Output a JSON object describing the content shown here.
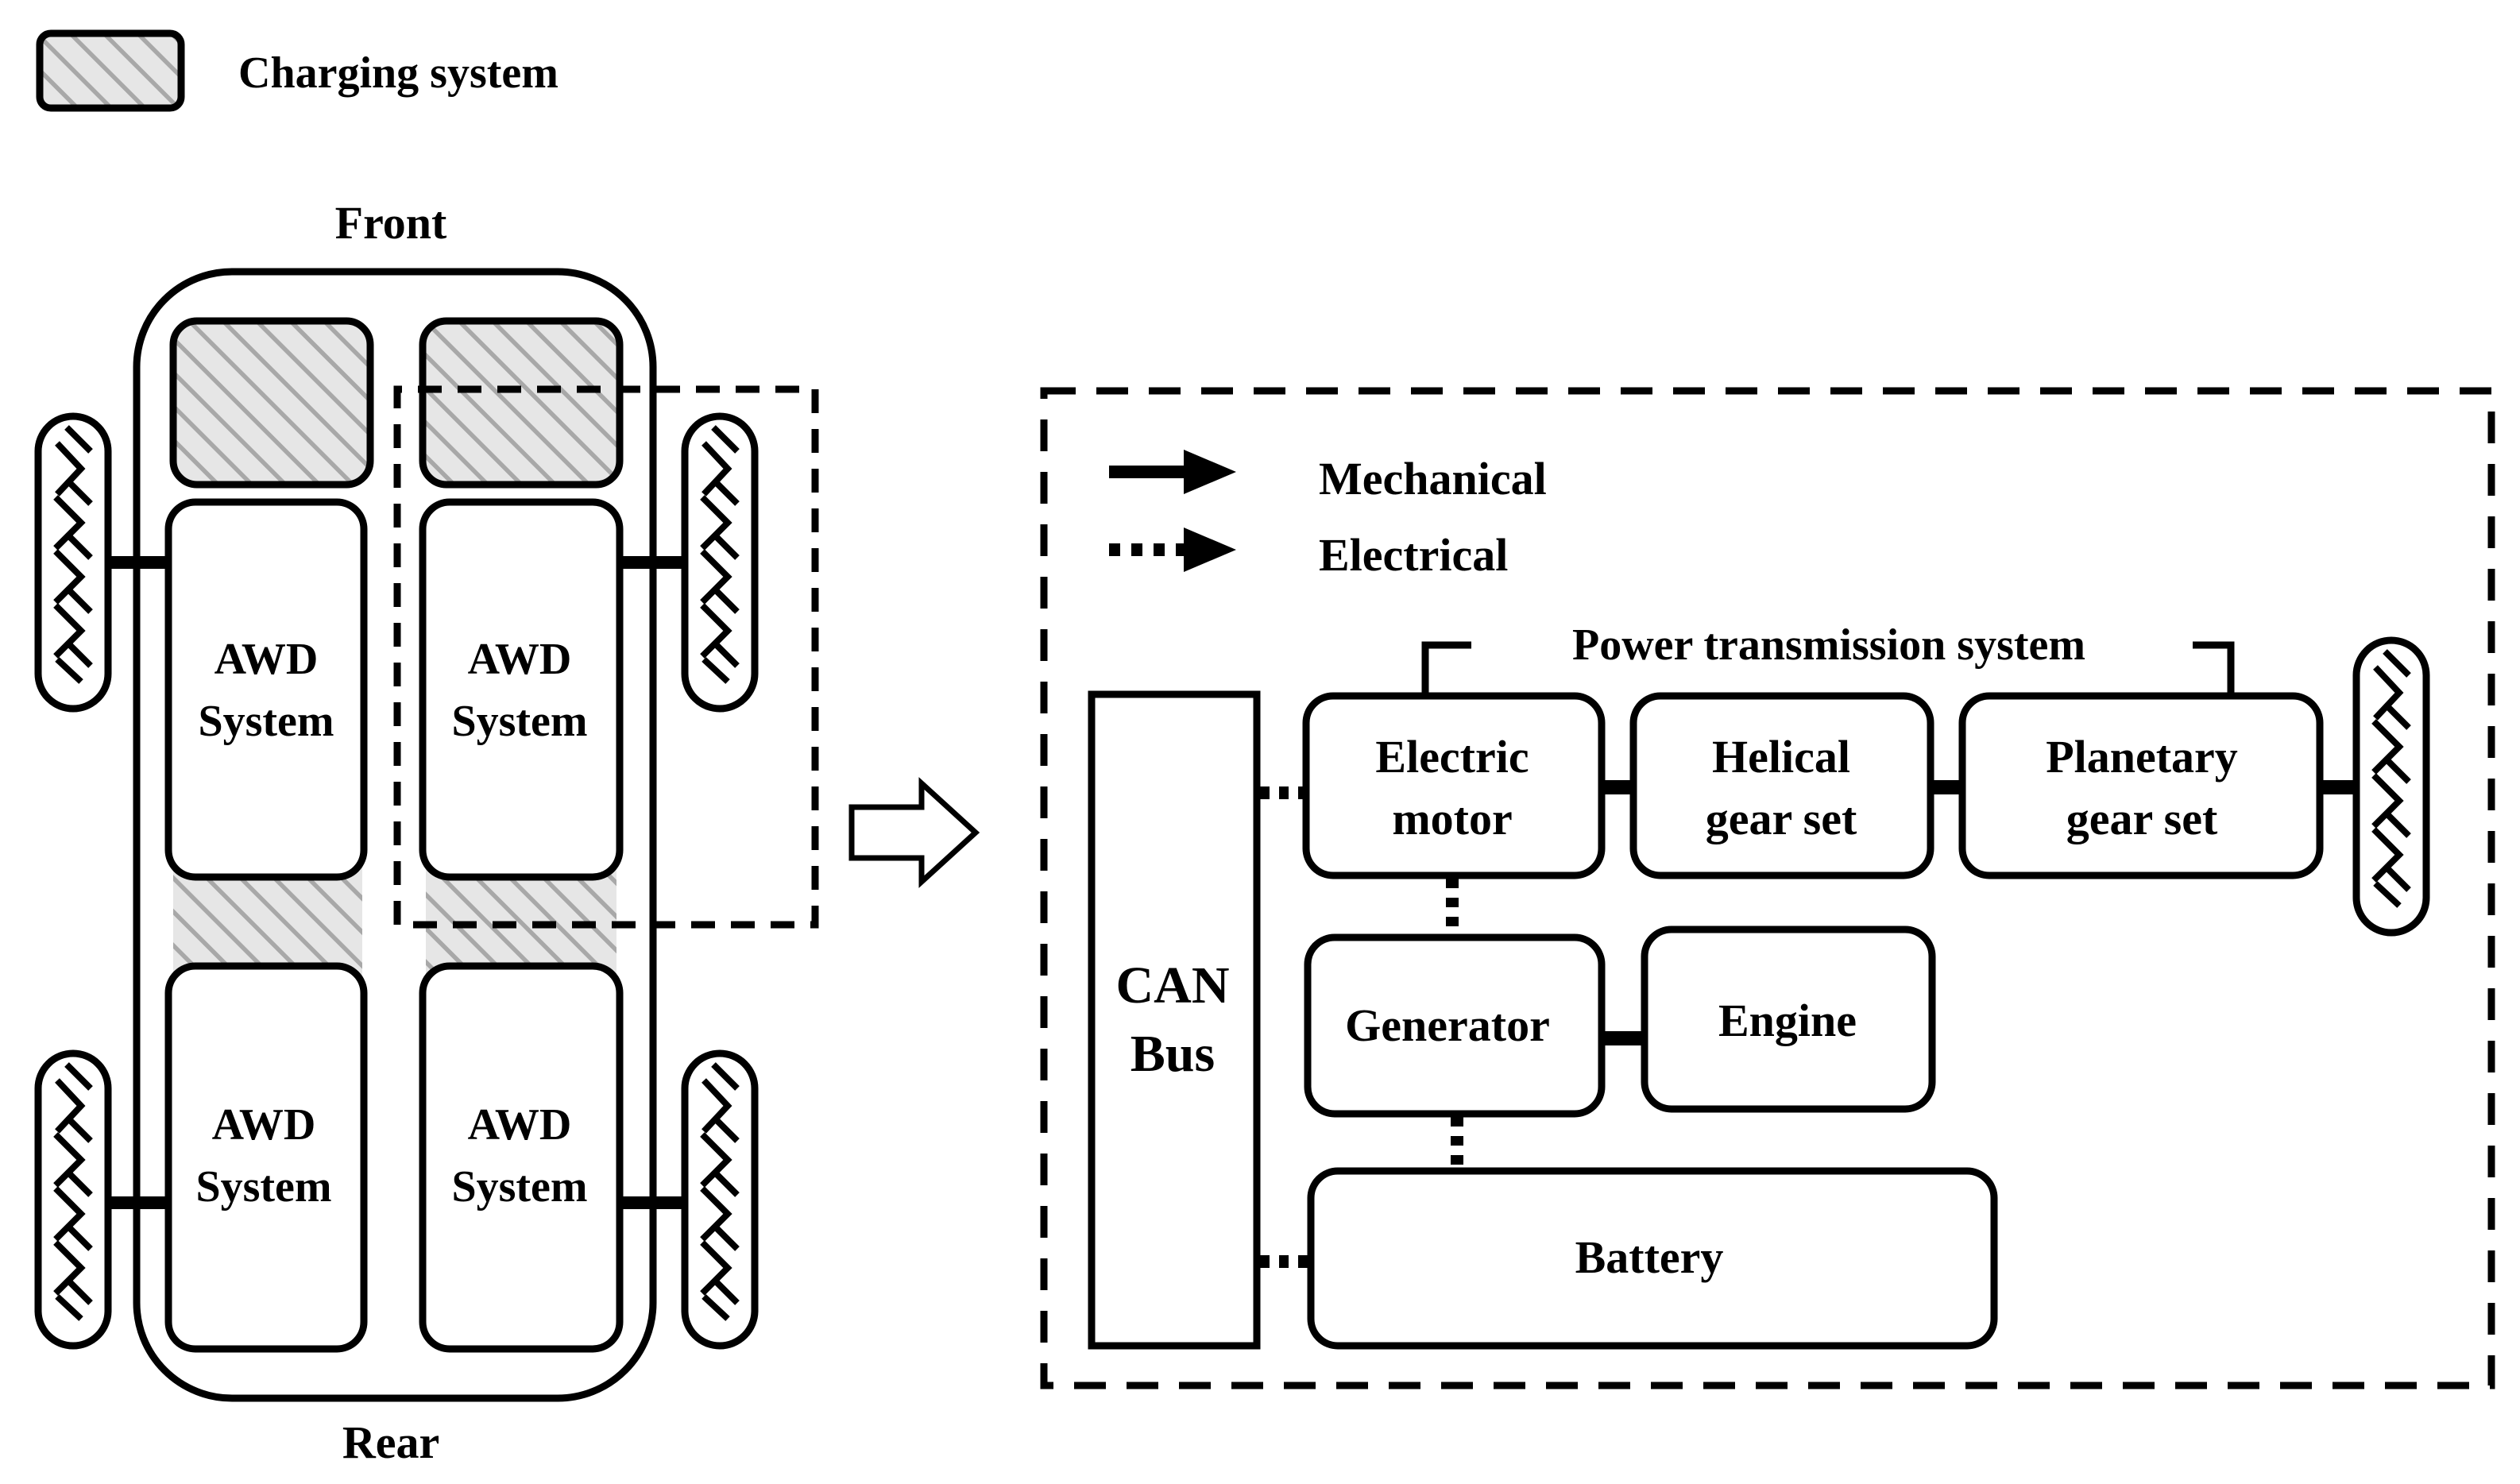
{
  "legend": {
    "charging_label": "Charging system"
  },
  "vehicle": {
    "front_label": "Front",
    "rear_label": "Rear",
    "modules": [
      {
        "line1": "AWD",
        "line2": "System"
      },
      {
        "line1": "AWD",
        "line2": "System"
      },
      {
        "line1": "AWD",
        "line2": "System"
      },
      {
        "line1": "AWD",
        "line2": "System"
      }
    ]
  },
  "detail": {
    "legend": {
      "mechanical_label": "Mechanical",
      "electrical_label": "Electrical"
    },
    "power_transmission_label": "Power transmission system",
    "can_bus": {
      "line1": "CAN",
      "line2": "Bus"
    },
    "electric_motor": {
      "line1": "Electric",
      "line2": "motor"
    },
    "helical_gear": {
      "line1": "Helical",
      "line2": "gear set"
    },
    "planetary_gear": {
      "line1": "Planetary",
      "line2": "gear set"
    },
    "generator_label": "Generator",
    "engine_label": "Engine",
    "battery_label": "Battery"
  },
  "colors": {
    "line": "#000000",
    "hatch": "#a8a8a8",
    "hatch_bg": "#e6e6e6",
    "background": "#ffffff"
  }
}
